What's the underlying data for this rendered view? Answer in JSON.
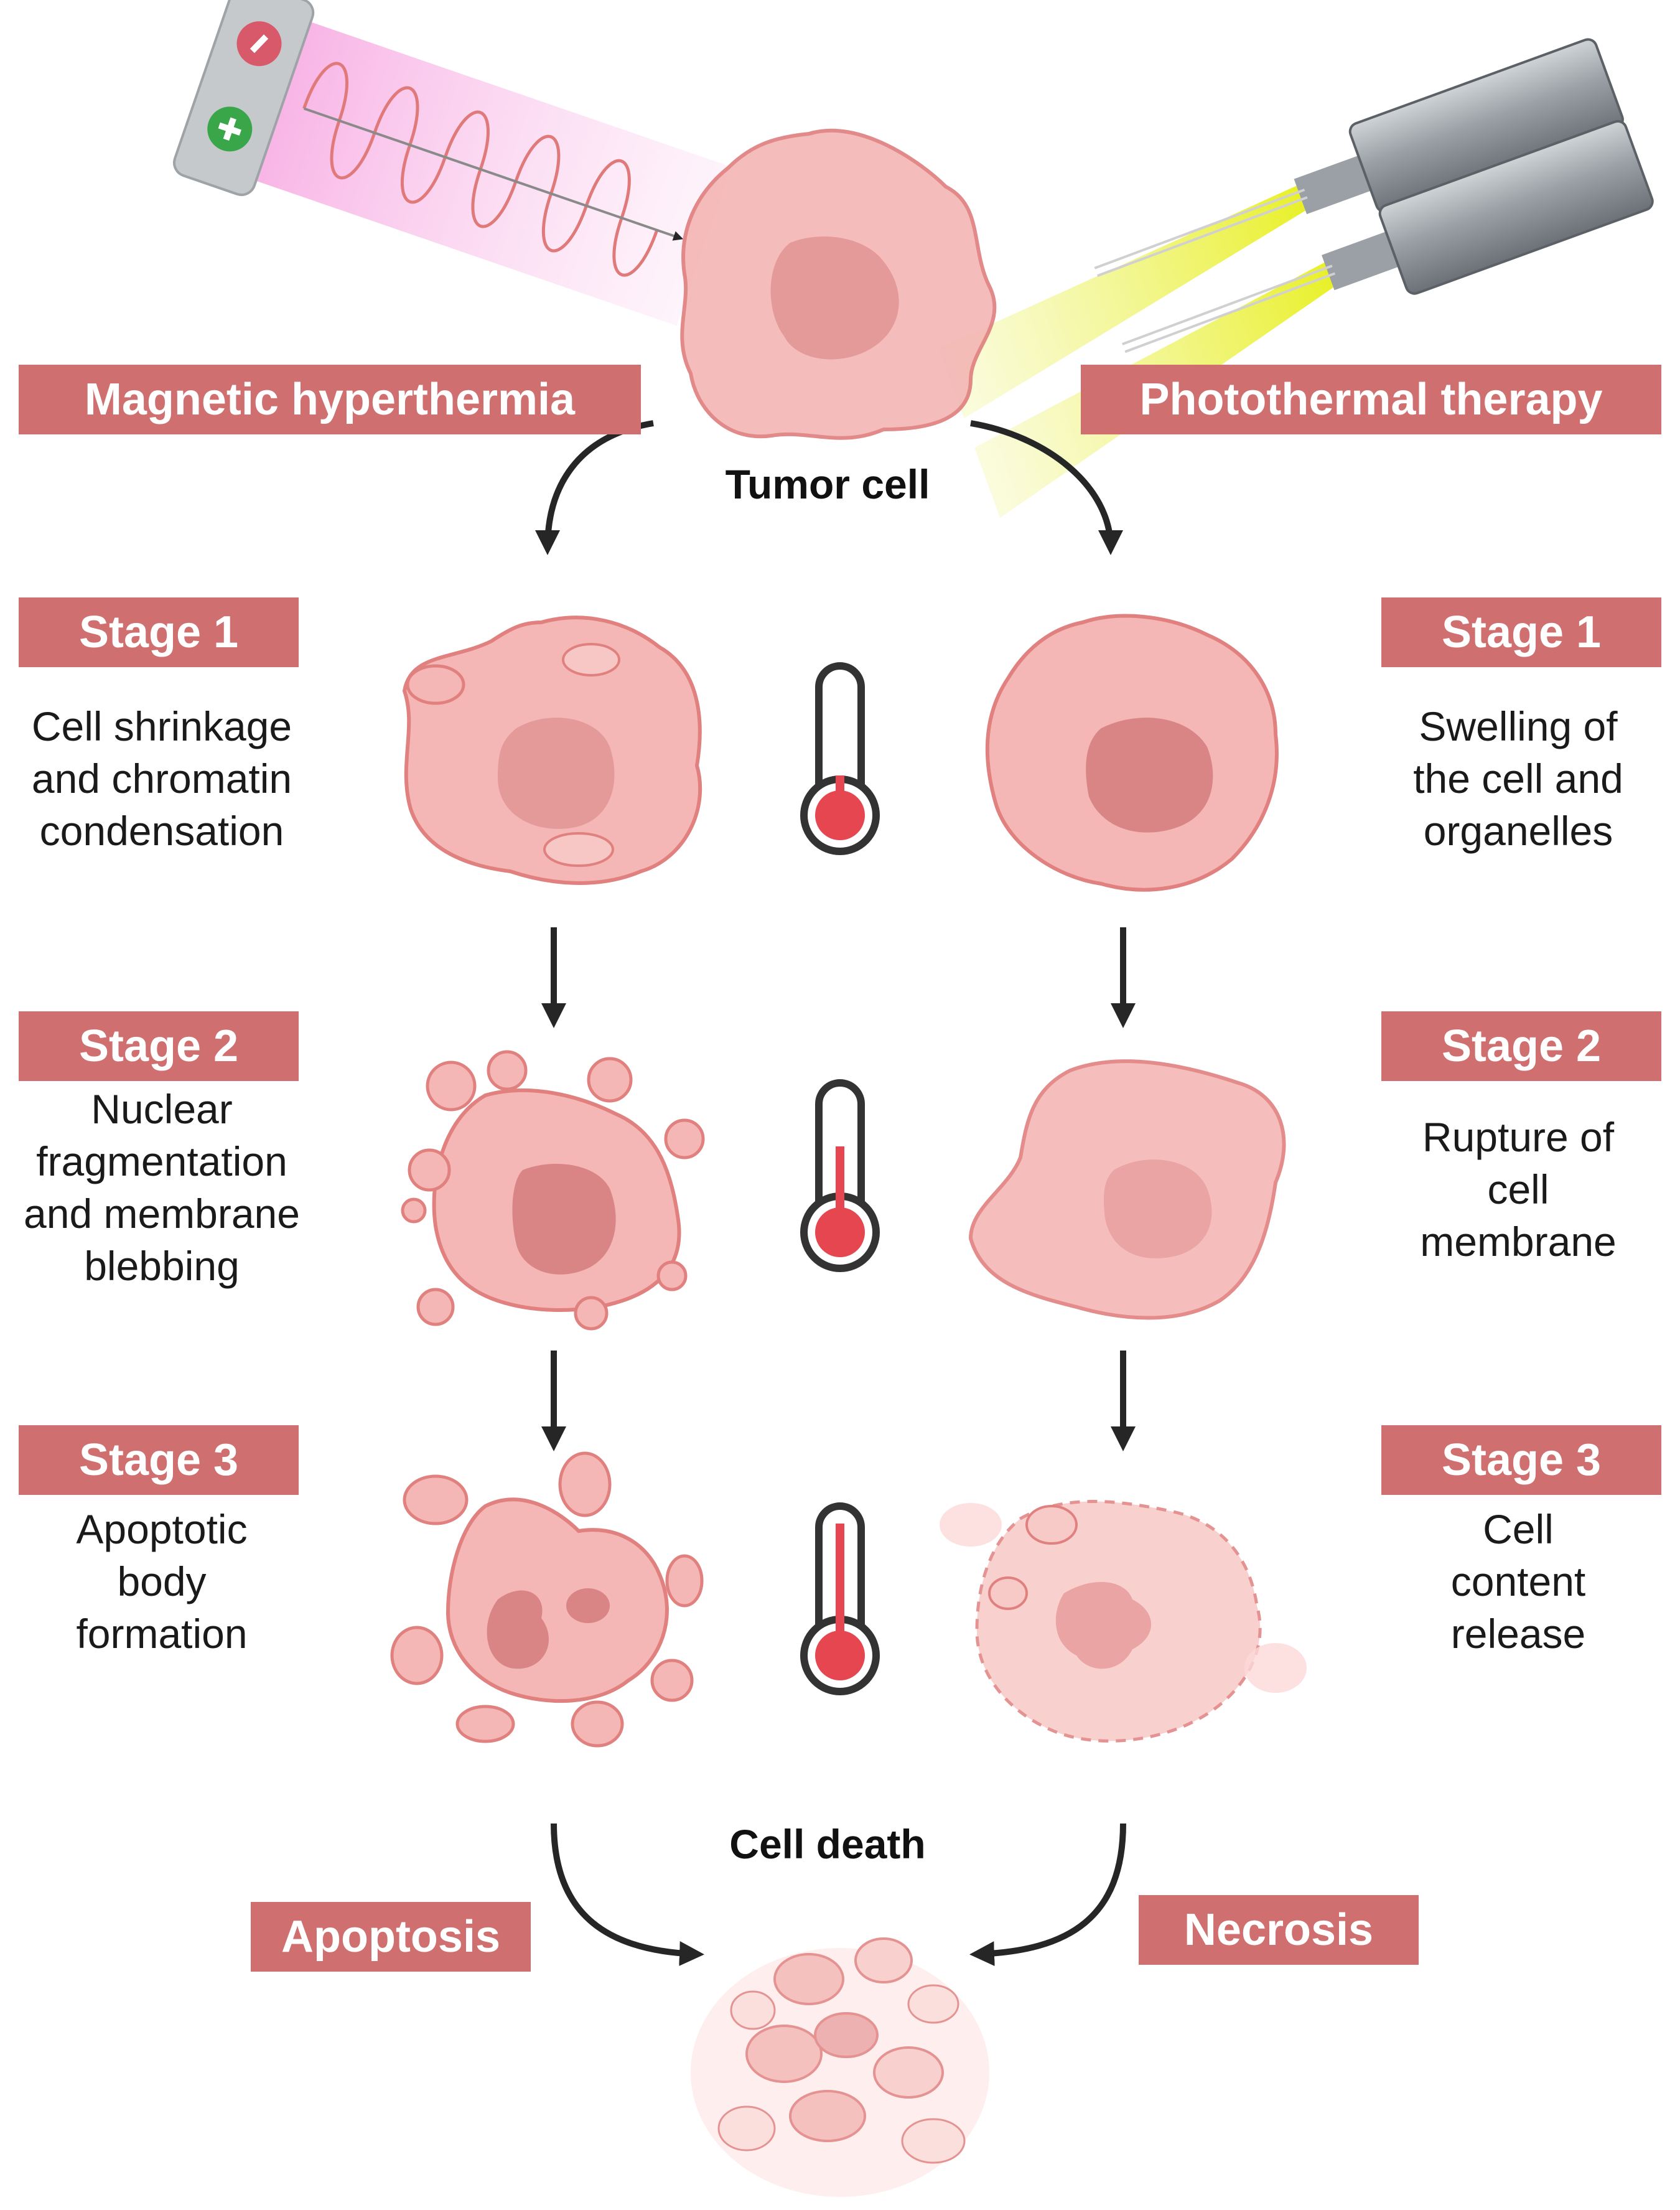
{
  "therapies": {
    "left": "Magnetic hyperthermia",
    "right": "Photothermal therapy"
  },
  "tumor_cell_label": "Tumor cell",
  "device_signs": {
    "minus": "–",
    "plus": "+"
  },
  "left_column": {
    "stages": [
      {
        "title": "Stage 1",
        "desc": "Cell shrinkage\nand chromatin\ncondensation"
      },
      {
        "title": "Stage 2",
        "desc": "Nuclear\nfragmentation\nand membrane\nblebbing"
      },
      {
        "title": "Stage 3",
        "desc": "Apoptotic\nbody\nformation"
      }
    ]
  },
  "right_column": {
    "stages": [
      {
        "title": "Stage 1",
        "desc": "Swelling of\nthe cell and\norganelles"
      },
      {
        "title": "Stage 2",
        "desc": "Rupture of\ncell\nmembrane"
      },
      {
        "title": "Stage 3",
        "desc": "Cell\ncontent\nrelease"
      }
    ]
  },
  "thermometer_levels": [
    0.28,
    0.6,
    0.92
  ],
  "cell_death_label": "Cell death",
  "outcomes": {
    "left": "Apoptosis",
    "right": "Necrosis"
  },
  "colors": {
    "label_fill": "#d06f6f",
    "cell_fill": "#f4b7b5",
    "cell_stroke": "#e0807f",
    "nucleus": "#d98585",
    "laser": "#e9ef3a",
    "mercury": "#e5464f",
    "arrow": "#262626"
  }
}
